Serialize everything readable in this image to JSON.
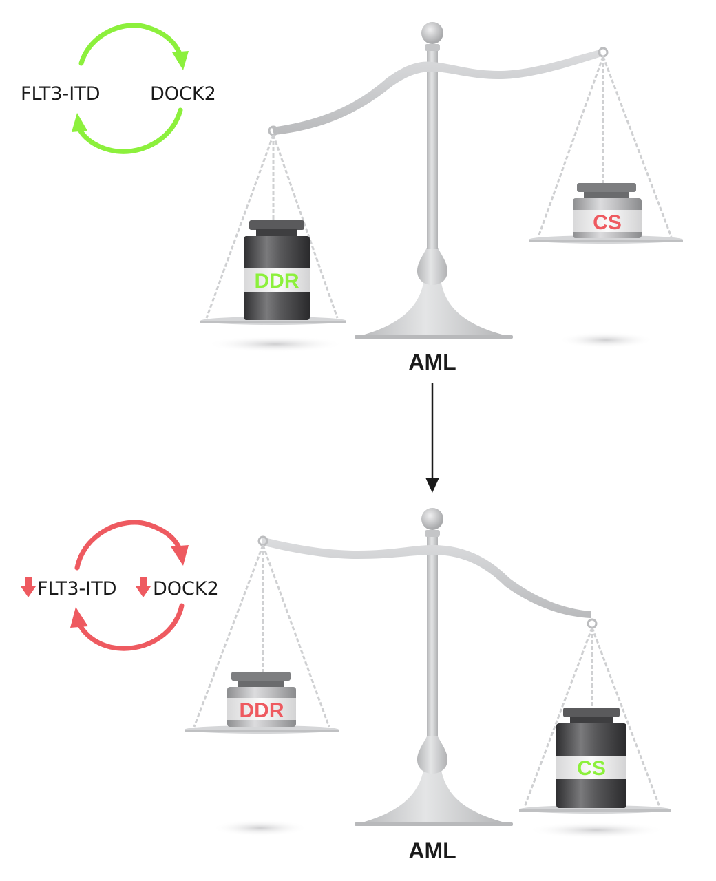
{
  "colors": {
    "positive": "#8cf03c",
    "negative": "#ee5a60",
    "scale": "#c9cacc",
    "scale_dark": "#a8a9ab",
    "weight_dark": "#4a4a4c",
    "weight_light": "#bdbdbf",
    "text": "#1a1a1a"
  },
  "top_panel": {
    "loop": {
      "left_label": "FLT3-ITD",
      "right_label": "DOCK2",
      "state": "active",
      "color_key": "positive"
    },
    "left_weight": {
      "label": "DDR",
      "label_color_key": "positive",
      "size": "large",
      "tone": "dark"
    },
    "right_weight": {
      "label": "CS",
      "label_color_key": "negative",
      "size": "small",
      "tone": "light"
    },
    "tilt": "left-down",
    "caption": "AML"
  },
  "arrow": {
    "direction": "down"
  },
  "bottom_panel": {
    "loop": {
      "left_label": "FLT3-ITD",
      "right_label": "DOCK2",
      "state": "downregulated",
      "color_key": "negative",
      "marker": "down-arrow-icon"
    },
    "left_weight": {
      "label": "DDR",
      "label_color_key": "negative",
      "size": "small",
      "tone": "light"
    },
    "right_weight": {
      "label": "CS",
      "label_color_key": "positive",
      "size": "large",
      "tone": "dark"
    },
    "tilt": "right-down",
    "caption": "AML"
  }
}
